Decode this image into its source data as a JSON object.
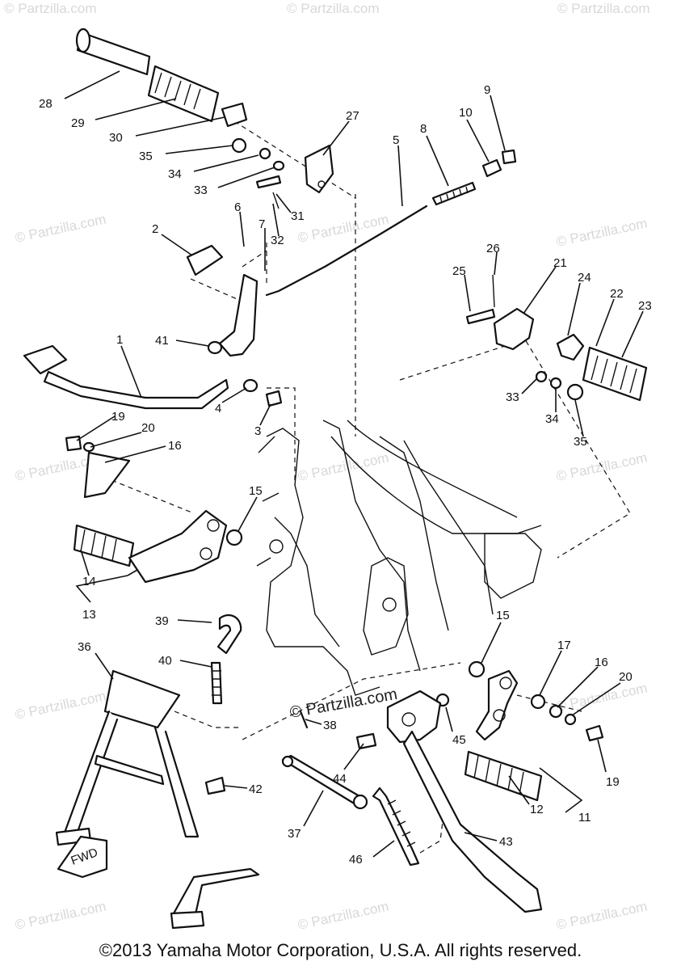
{
  "watermarks": {
    "small": "© Partzilla.com",
    "center": "© Partzilla.com"
  },
  "fwd_label": "FWD",
  "copyright": "©2013 Yamaha Motor Corporation, U.S.A. All rights reserved.",
  "callouts": [
    {
      "id": "c28",
      "label": "28"
    },
    {
      "id": "c29",
      "label": "29"
    },
    {
      "id": "c30",
      "label": "30"
    },
    {
      "id": "c35a",
      "label": "35"
    },
    {
      "id": "c34a",
      "label": "34"
    },
    {
      "id": "c33a",
      "label": "33"
    },
    {
      "id": "c27",
      "label": "27"
    },
    {
      "id": "c31",
      "label": "31"
    },
    {
      "id": "c32",
      "label": "32"
    },
    {
      "id": "c5",
      "label": "5"
    },
    {
      "id": "c8",
      "label": "8"
    },
    {
      "id": "c10",
      "label": "10"
    },
    {
      "id": "c9",
      "label": "9"
    },
    {
      "id": "c2",
      "label": "2"
    },
    {
      "id": "c6",
      "label": "6"
    },
    {
      "id": "c7",
      "label": "7"
    },
    {
      "id": "c25",
      "label": "25"
    },
    {
      "id": "c26",
      "label": "26"
    },
    {
      "id": "c21",
      "label": "21"
    },
    {
      "id": "c24",
      "label": "24"
    },
    {
      "id": "c22",
      "label": "22"
    },
    {
      "id": "c23",
      "label": "23"
    },
    {
      "id": "c41",
      "label": "41"
    },
    {
      "id": "c1",
      "label": "1"
    },
    {
      "id": "c4",
      "label": "4"
    },
    {
      "id": "c3",
      "label": "3"
    },
    {
      "id": "c33b",
      "label": "33"
    },
    {
      "id": "c34b",
      "label": "34"
    },
    {
      "id": "c35b",
      "label": "35"
    },
    {
      "id": "c19a",
      "label": "19"
    },
    {
      "id": "c20a",
      "label": "20"
    },
    {
      "id": "c16a",
      "label": "16"
    },
    {
      "id": "c15a",
      "label": "15"
    },
    {
      "id": "c14",
      "label": "14"
    },
    {
      "id": "c13",
      "label": "13"
    },
    {
      "id": "c39",
      "label": "39"
    },
    {
      "id": "c36",
      "label": "36"
    },
    {
      "id": "c40",
      "label": "40"
    },
    {
      "id": "c15b",
      "label": "15"
    },
    {
      "id": "c17",
      "label": "17"
    },
    {
      "id": "c16b",
      "label": "16"
    },
    {
      "id": "c20b",
      "label": "20"
    },
    {
      "id": "c38",
      "label": "38"
    },
    {
      "id": "c45",
      "label": "45"
    },
    {
      "id": "c44",
      "label": "44"
    },
    {
      "id": "c19b",
      "label": "19"
    },
    {
      "id": "c42",
      "label": "42"
    },
    {
      "id": "c12",
      "label": "12"
    },
    {
      "id": "c11",
      "label": "11"
    },
    {
      "id": "c37",
      "label": "37"
    },
    {
      "id": "c43",
      "label": "43"
    },
    {
      "id": "c46",
      "label": "46"
    }
  ]
}
